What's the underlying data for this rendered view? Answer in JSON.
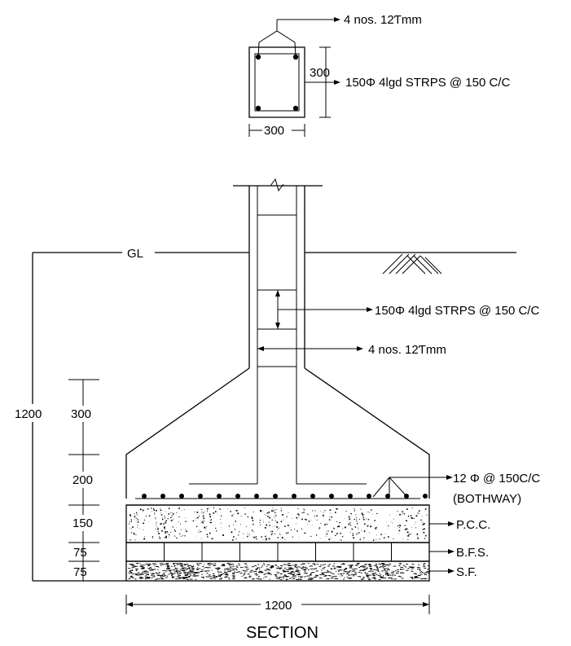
{
  "column_detail": {
    "main_bars": "4 nos. 12Ƭmm",
    "stirrups": "150Φ 4lgd STRPS @ 150 C/C",
    "depth": "300",
    "width": "300"
  },
  "section": {
    "ground_level": "GL",
    "stirrups": "150Φ 4lgd STRPS @ 150 C/C",
    "main_bars": "4 nos. 12Ƭmm",
    "mesh": "12 Φ @ 150C/C",
    "mesh_note": "(BOTHWAY)",
    "pcc": "P.C.C.",
    "bfs": "B.F.S.",
    "sf": "S.F.",
    "total_depth": "1200",
    "layer_depths": [
      "300",
      "200",
      "150",
      "75",
      "75"
    ],
    "base_width": "1200",
    "title": "SECTION"
  },
  "colors": {
    "ink": "#000000",
    "paper": "#ffffff"
  }
}
